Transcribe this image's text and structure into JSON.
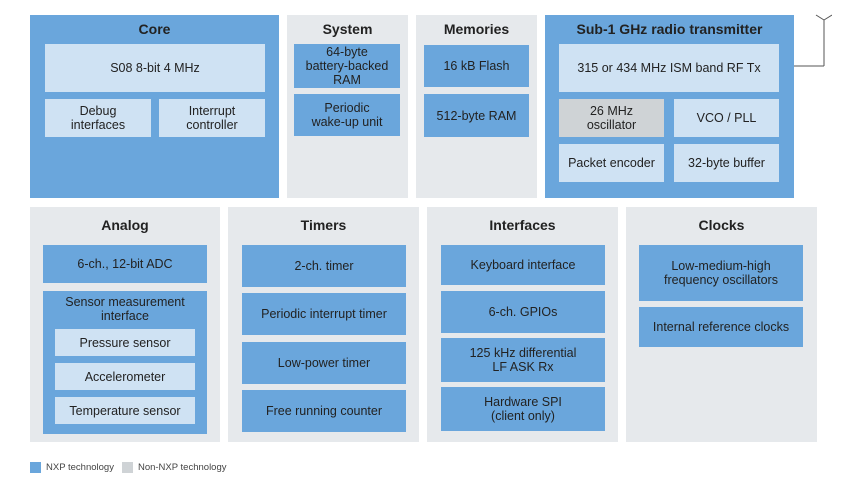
{
  "sections": {
    "core": {
      "title": "Core",
      "cpu": "S08 8-bit 4 MHz",
      "debug": "Debug\ninterfaces",
      "interrupt": "Interrupt\ncontroller"
    },
    "system": {
      "title": "System",
      "ram": "64-byte\nbattery-backed\nRAM",
      "wakeup": "Periodic\nwake-up unit"
    },
    "memories": {
      "title": "Memories",
      "flash": "16 kB Flash",
      "ram": "512-byte RAM"
    },
    "radio": {
      "title": "Sub-1 GHz radio transmitter",
      "band": "315 or 434 MHz ISM band RF Tx",
      "osc": "26 MHz\noscillator",
      "vco": "VCO / PLL",
      "encoder": "Packet encoder",
      "buffer": "32-byte buffer"
    },
    "analog": {
      "title": "Analog",
      "adc": "6-ch., 12-bit ADC",
      "sensor_if": "Sensor measurement\ninterface",
      "pressure": "Pressure sensor",
      "accel": "Accelerometer",
      "temp": "Temperature sensor"
    },
    "timers": {
      "title": "Timers",
      "t1": "2-ch. timer",
      "t2": "Periodic interrupt timer",
      "t3": "Low-power timer",
      "t4": "Free running counter"
    },
    "interfaces": {
      "title": "Interfaces",
      "i1": "Keyboard interface",
      "i2": "6-ch. GPIOs",
      "i3": "125 kHz differential\nLF ASK Rx",
      "i4": "Hardware SPI\n(client only)"
    },
    "clocks": {
      "title": "Clocks",
      "c1": "Low-medium-high\nfrequency oscillators",
      "c2": "Internal reference clocks"
    }
  },
  "legend": {
    "nxp": "NXP technology",
    "non_nxp": "Non-NXP technology",
    "nxp_color": "#6aa6dc",
    "non_nxp_color": "#cfd3d6"
  }
}
